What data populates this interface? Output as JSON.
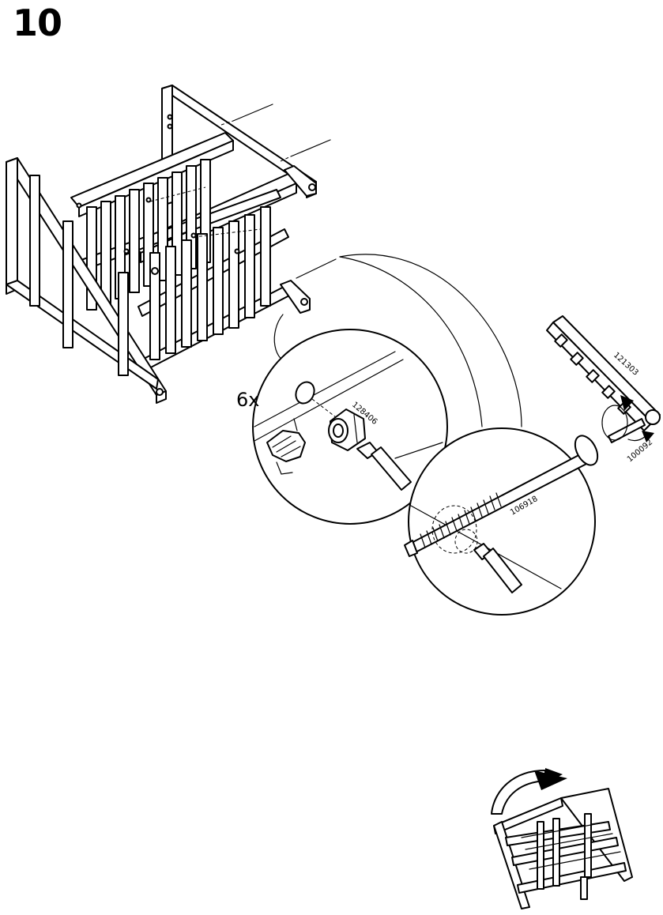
{
  "step": {
    "number": "10"
  },
  "detail": {
    "quantity": "6x",
    "parts": {
      "cam_nut": "128406",
      "bolt": "106918",
      "allen_key": "121303",
      "dowel": "100092"
    }
  },
  "icons": [
    "hand-press-icon",
    "rotate-arrow-icon",
    "flip-over-arrow-icon"
  ]
}
